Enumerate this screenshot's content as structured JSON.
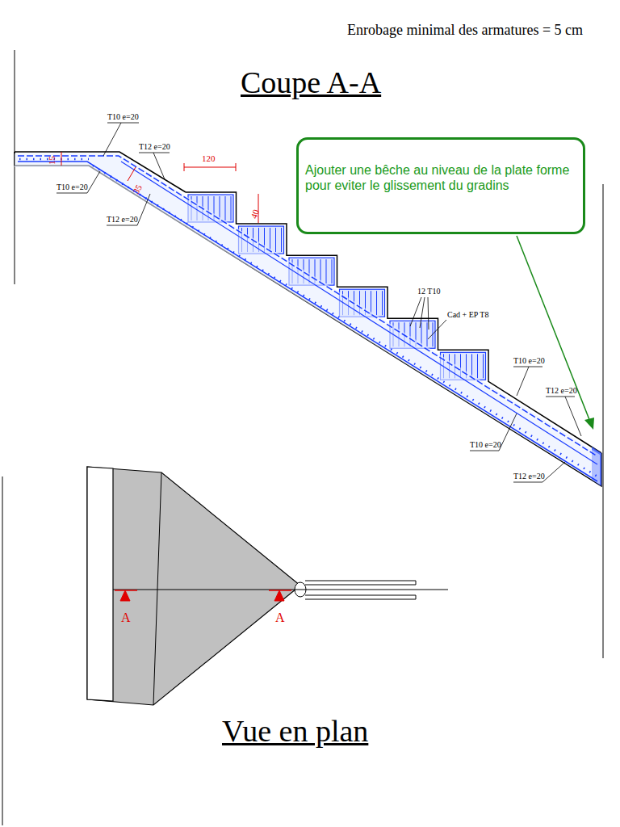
{
  "diagram": {
    "title": "Coupe A-A",
    "nodes": [
      {
        "text": [
          "Ajouter une bêche au niveau de la plate forme pour eviter le glissement du gradins"
        ]
      }
    ],
    "labels": [
      "Enrobage minimal des armatures = 5 cm",
      "T10 e=20",
      "T12 e=20",
      "T10 e=20",
      "T12 e=20",
      "15",
      "35",
      "120",
      "40",
      "12 T10",
      "Cad + EP T8",
      "T10 e=20",
      "T12 e=20",
      "T10 e=20",
      "T12 e=20",
      "A",
      "A",
      "Vue en plan"
    ]
  }
}
